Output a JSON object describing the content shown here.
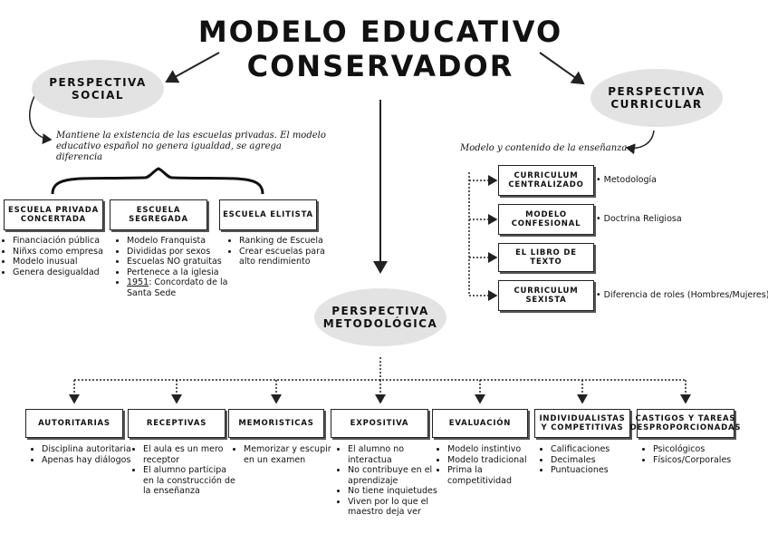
{
  "title": {
    "line1": "MODELO EDUCATIVO",
    "line2": "CONSERVADOR"
  },
  "social": {
    "label_line1": "PERSPECTIVA",
    "label_line2": "SOCIAL",
    "note": "Mantiene la existencia de las escuelas privadas. El modelo educativo español no genera igualdad, se agrega diferencia",
    "schools": [
      {
        "label": "ESCUELA PRIVADA CONCERTADA",
        "items": [
          "Financiación pública",
          "Niñxs como empresa",
          "Modelo inusual",
          "Genera desigualdad"
        ]
      },
      {
        "label": "ESCUELA SEGREGADA",
        "items": [
          "Modelo Franquista",
          "Divididas por sexos",
          "Escuelas NO gratuitas",
          "Pertenece a la iglesia"
        ],
        "extra_underlined": "1951",
        "extra_rest": ": Concordato de la Santa Sede"
      },
      {
        "label": "ESCUELA ELITISTA",
        "items": [
          "Ranking de Escuela",
          "Crear escuelas para alto rendimiento"
        ]
      }
    ]
  },
  "curricular": {
    "label_line1": "PERSPECTIVA",
    "label_line2": "CURRICULAR",
    "note": "Modelo y contenido de la enseñanza",
    "boxes": [
      {
        "label": "CURRICULUM CENTRALIZADO",
        "tag": "Metodología"
      },
      {
        "label": "MODELO CONFESIONAL",
        "tag": "Doctrina Religiosa"
      },
      {
        "label": "EL LIBRO DE TEXTO",
        "tag": ""
      },
      {
        "label": "CURRICULUM SEXISTA",
        "tag": "Diferencia de roles (Hombres/Mujeres)"
      }
    ]
  },
  "metodologica": {
    "label_line1": "PERSPECTIVA",
    "label_line2": "METODOLÓGICA",
    "categories": [
      {
        "label": "AUTORITARIAS",
        "items": [
          "Disciplina autoritaria",
          "Apenas hay diálogos"
        ]
      },
      {
        "label": "RECEPTIVAS",
        "items": [
          "El aula es un mero receptor",
          "El alumno participa en la construcción de la enseñanza"
        ]
      },
      {
        "label": "MEMORISTICAS",
        "items": [
          "Memorizar y escupir en un examen"
        ]
      },
      {
        "label": "EXPOSITIVA",
        "items": [
          "El alumno no interactua",
          "No contribuye en el aprendizaje",
          "No tiene inquietudes",
          "Viven por lo que el maestro deja ver"
        ]
      },
      {
        "label": "EVALUACIÓN",
        "items": [
          "Modelo instintivo",
          "Modelo tradicional",
          "Prima la competitividad"
        ]
      },
      {
        "label": "INDIVIDUALISTAS Y COMPETITIVAS",
        "items": [
          "Calificaciones",
          "Decimales",
          "Puntuaciones"
        ]
      },
      {
        "label": "CASTIGOS Y TAREAS DESPROPORCIONADAS",
        "items": [
          "Psicológicos",
          "Físicos/Corporales"
        ]
      }
    ]
  },
  "colors": {
    "oval": "#e3e3e3",
    "line": "#222222"
  }
}
